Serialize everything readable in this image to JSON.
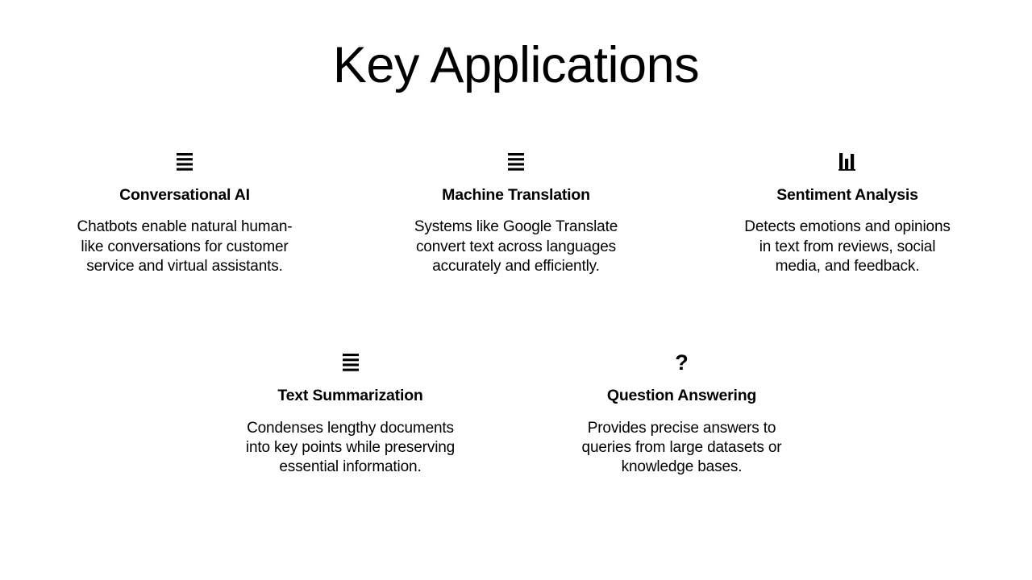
{
  "slide": {
    "title": "Key Applications",
    "background_color": "#ffffff",
    "text_color": "#000000"
  },
  "rows": [
    {
      "cards": [
        {
          "icon": "list-lines-icon",
          "icon_glyph": "lines",
          "heading": "Conversational AI",
          "body_lines": [
            "Chatbots enable natural human-",
            "like conversations for customer",
            "service and virtual assistants."
          ]
        },
        {
          "icon": "list-lines-icon",
          "icon_glyph": "lines",
          "heading": "Machine Translation",
          "body_lines": [
            "Systems like Google Translate",
            "convert text across languages",
            "accurately and efficiently."
          ]
        },
        {
          "icon": "bar-chart-icon",
          "icon_glyph": "chart",
          "heading": "Sentiment Analysis",
          "body_lines": [
            "Detects emotions and opinions",
            "in text from reviews, social",
            "media, and feedback."
          ]
        }
      ]
    },
    {
      "cards": [
        {
          "icon": "list-lines-icon",
          "icon_glyph": "lines",
          "heading": "Text Summarization",
          "body_lines": [
            "Condenses lengthy documents",
            "into key points while preserving",
            "essential information."
          ]
        },
        {
          "icon": "question-mark-icon",
          "icon_glyph": "question",
          "heading": "Question Answering",
          "body_lines": [
            "Provides precise answers to",
            "queries from large datasets or",
            "knowledge bases."
          ]
        }
      ]
    }
  ]
}
